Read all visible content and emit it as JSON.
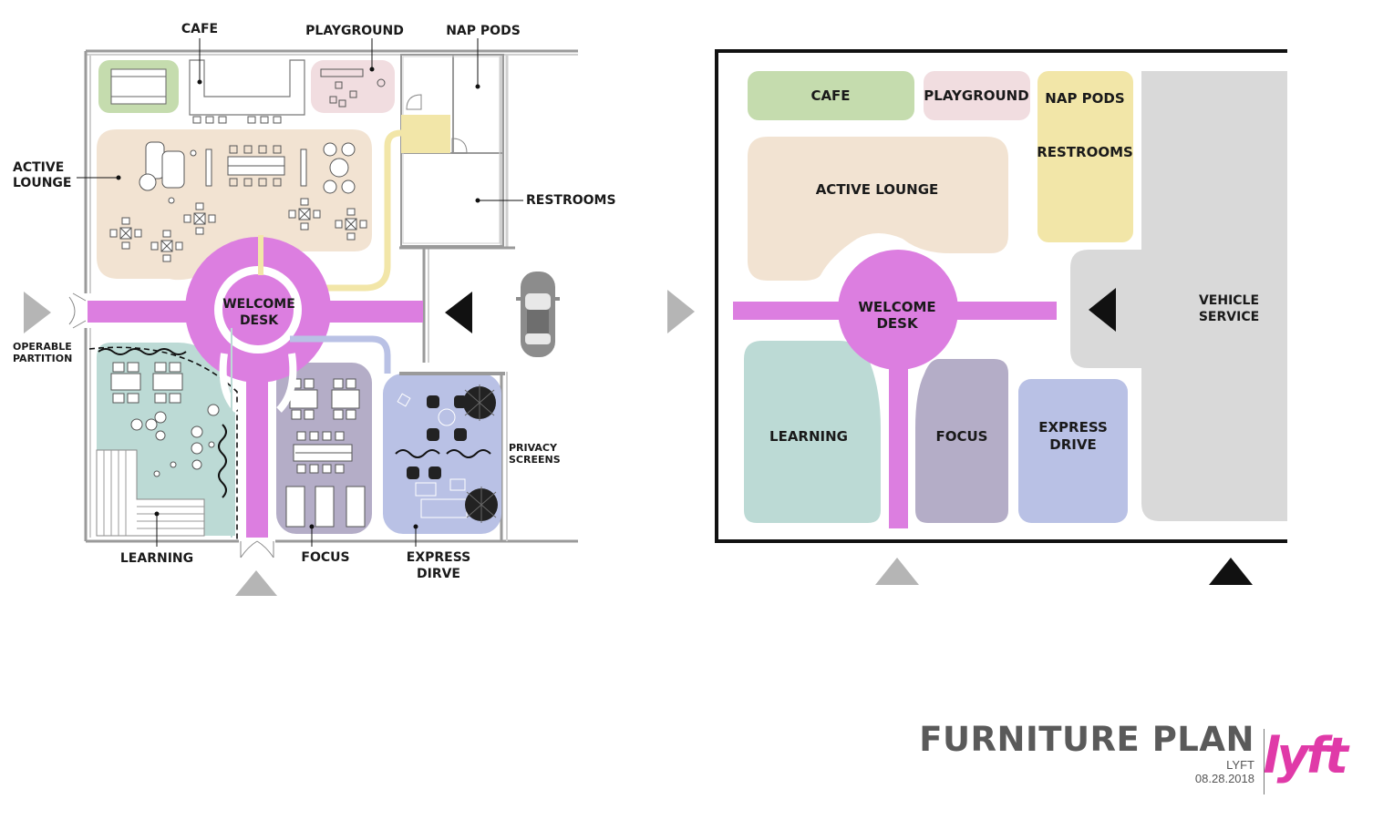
{
  "left_plan": {
    "labels": {
      "cafe": "CAFE",
      "playground": "PLAYGROUND",
      "nap_pods": "NAP PODS",
      "active_lounge_1": "ACTIVE",
      "active_lounge_2": "LOUNGE",
      "restrooms": "RESTROOMS",
      "welcome_1": "WELCOME",
      "welcome_2": "DESK",
      "operable_1": "OPERABLE",
      "operable_2": "PARTITION",
      "learning": "LEARNING",
      "focus": "FOCUS",
      "express_1": "EXPRESS",
      "express_2": "DIRVE",
      "privacy_1": "PRIVACY",
      "privacy_2": "SCREENS"
    }
  },
  "right_plan": {
    "labels": {
      "cafe": "CAFE",
      "playground": "PLAYGROUND",
      "nap_pods": "NAP PODS",
      "restrooms": "RESTROOMS",
      "active_lounge": "ACTIVE LOUNGE",
      "welcome_1": "WELCOME",
      "welcome_2": "DESK",
      "vehicle_1": "VEHICLE",
      "vehicle_2": "SERVICE",
      "learning": "LEARNING",
      "focus": "FOCUS",
      "express_1": "EXPRESS",
      "express_2": "DRIVE"
    }
  },
  "footer": {
    "title": "FURNITURE PLAN",
    "client": "LYFT",
    "date": "08.28.2018",
    "logo": "lyft"
  },
  "colors": {
    "cafe": "#c5dcae",
    "playground": "#f1dde0",
    "nap_restrooms": "#f2e6a8",
    "active_lounge": "#f2e3d2",
    "welcome_path": "#dc7ee0",
    "learning": "#bcdad5",
    "focus": "#b4adc7",
    "express": "#b9c1e5",
    "vehicle_service": "#d9d9d9",
    "arrow_gray": "#b5b5b5",
    "arrow_black": "#111111",
    "logo": "#e03aa8"
  },
  "icons": [
    "arrow-right-gray-icon",
    "arrow-left-black-icon",
    "arrow-up-gray-icon",
    "arrow-up-black-icon",
    "car-icon"
  ]
}
